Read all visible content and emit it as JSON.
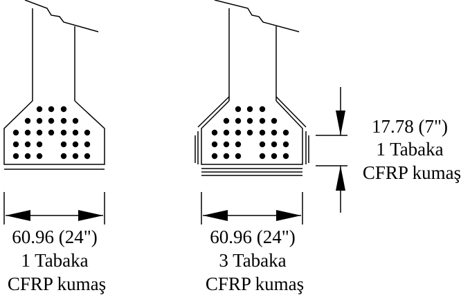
{
  "left_section": {
    "width_label": "60.96 (24\")",
    "layer_label": "1 Tabaka",
    "material_label": "CFRP kumaş"
  },
  "right_section": {
    "width_label": "60.96 (24\")",
    "layer_label": "3 Tabaka",
    "material_label": "CFRP kumaş"
  },
  "side_annotation": {
    "height_label": "17.78 (7\")",
    "layer_label": "1 Tabaka",
    "material_label": "CFRP kumaş"
  },
  "colors": {
    "line": "#000000",
    "background": "#ffffff"
  }
}
